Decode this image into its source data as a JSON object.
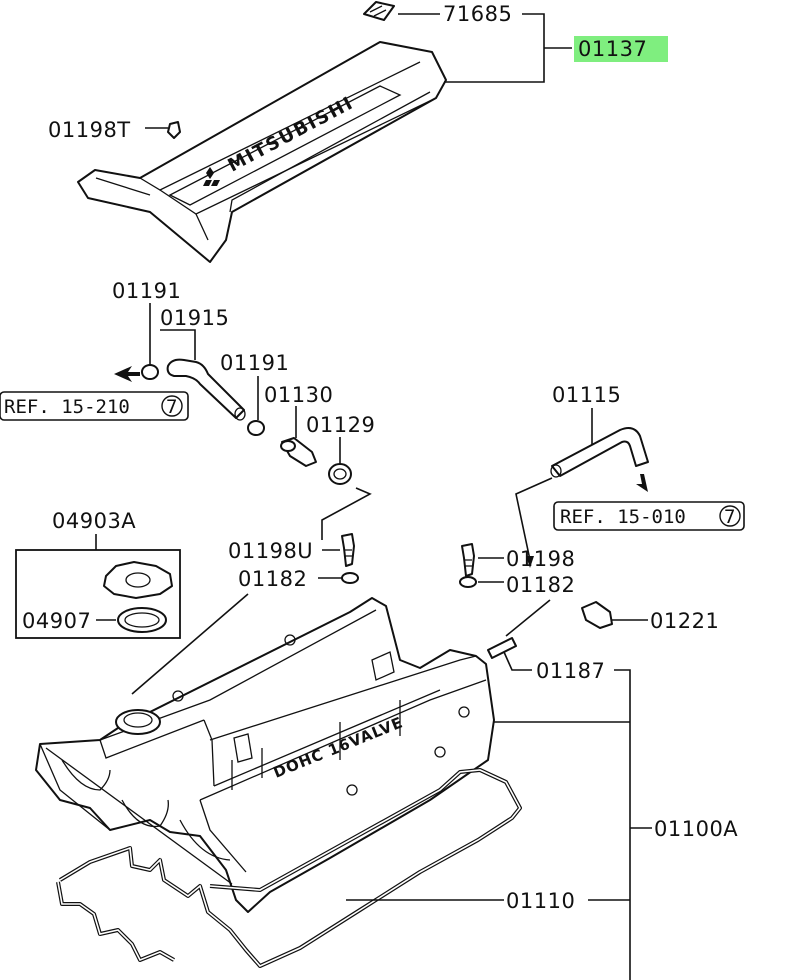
{
  "highlight_color": "#7fee7f",
  "labels": {
    "p71685": "71685",
    "p01137": "01137",
    "p01198T": "01198T",
    "p01191a": "01191",
    "p01915": "01915",
    "p01191b": "01191",
    "p01130": "01130",
    "p01129": "01129",
    "p01115": "01115",
    "p04903A": "04903A",
    "p04907": "04907",
    "p01198U": "01198U",
    "p01182a": "01182",
    "p01198": "01198",
    "p01182b": "01182",
    "p01221": "01221",
    "p01187": "01187",
    "p01100A": "01100A",
    "p01110": "01110"
  },
  "refs": {
    "left_ref": "REF. 15-210",
    "left_circle": "7",
    "right_ref": "REF. 15-010",
    "right_circle": "7"
  },
  "markings": {
    "cover_brand": "MITSUBISHI",
    "head_text": "DOHC 16VALVE"
  }
}
